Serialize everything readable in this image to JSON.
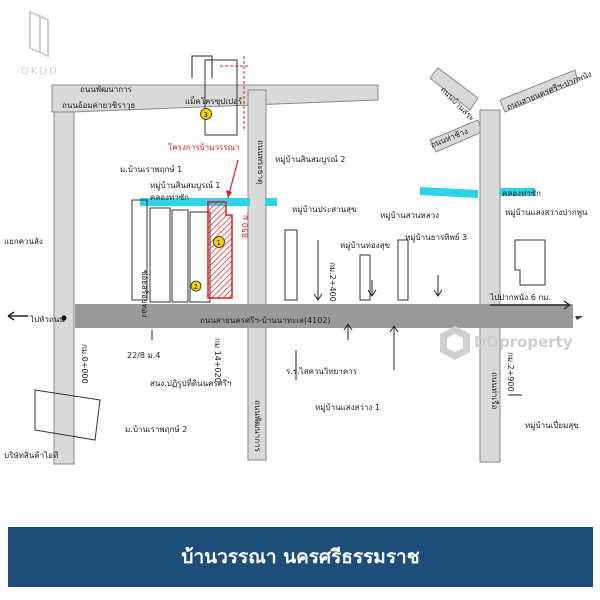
{
  "watermark": {
    "brand": "OKDD"
  },
  "ddproperty": {
    "text": "DDproperty"
  },
  "banner": {
    "title": "บ้านวรรณา นครศรีธรรมราช"
  },
  "labels": {
    "road_top": "ถนนพัฒนาการ",
    "road_top2": "ถนนอ้อมค่ายวชิราวุธ",
    "landmark_makro": "แม็คโครซุปเปอร์",
    "road_thabyon": "ถนนบ้านสระ",
    "road_ring": "ถนนสายนครศรีฯ-ปากพนัง",
    "road_thachang": "ถนนท่าช้าง",
    "project": "โครงการบ้านวรรณา",
    "distance_v": "850 ม.",
    "village_sahamit": "ม.บ้านเราพฤกษ์ 1",
    "village_sinsomboon": "หมู่บ้านสินสมบูรณ์ 1",
    "canal_left": "คลองท่าซัก",
    "village_sinsomboon2": "หมู่บ้านสินสมบูรณ์ 2",
    "road_left_v": "ซอยสร้อยทอง",
    "road_mid_v": "ถนนพระธาตุ",
    "village_prasansuk": "หมู่บ้านประสานสุข",
    "village_thongsuk": "หมู่บ้านทองสุข",
    "village_suanluang": "หมู่บ้านสวนหลวง",
    "village_thanthip": "หมู่บ้านธารทิพย์ 3",
    "canal_right": "คลองท่าซัก",
    "village_sangsawang": "หมู่บ้านแสงสว่างปากพูน",
    "junction": "แยกควนลัง",
    "to_left": "ไปหัวถนน",
    "road_main": "ถนนสายนครศรีฯ-บ้านนาทะเล(4102)",
    "to_right": "ไปปากพนัง 6 กม.",
    "km_left": "กม.0+000",
    "km_mid": "กม.2+400",
    "km_right": "กม.2+900",
    "soi_22": "22/8 ม.4",
    "km_14": "กม 14+020",
    "school": "ร.ร.ไสควนวิทยาคาร",
    "office": "สนง.ปฏิรูปที่ดินนครศรีฯ",
    "village_sahamit2": "ม.บ้านเราพฤกษ์ 2",
    "village_sangsawang2": "หมู่บ้านแสงสว่าง 1",
    "road_tha_v": "ถนนท่าเรือ",
    "village_pin": "หมู่บ้านเปี่ยมสุข",
    "bottom_left": "บริษัทสินค้าไอที",
    "road_patana_v": "ถนนพัฒนาการ"
  }
}
